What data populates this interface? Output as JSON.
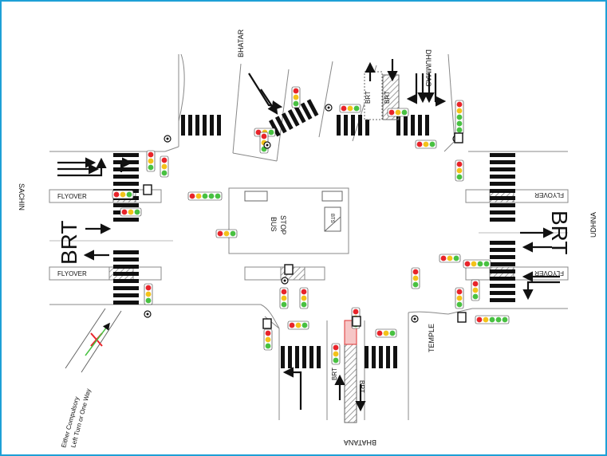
{
  "roads": {
    "north_left": "BHATAR",
    "north_right": "DHUMMAS",
    "west": "SACHIN",
    "east": "UDHNA",
    "south": "BHATANA"
  },
  "labels": {
    "brt": "BRT",
    "flyover": "FLYOVER",
    "bus_stop_line1": "BUS",
    "bus_stop_line2": "STOP",
    "temple": "TEMPLE",
    "brt_small": "BRT",
    "note_line1": "Either Compulsory",
    "note_line2": "Left Turn or One Way",
    "box_tag": "BTS"
  },
  "colors": {
    "frame": "#1ea0d6",
    "signal_red": "#e8242a",
    "signal_amber": "#f3c21a",
    "signal_green": "#48c141",
    "cross_red": "#e8242a",
    "hatch": "#999999"
  },
  "icons": [
    "traffic-signal-icon",
    "pedestrian-signal-icon",
    "lane-arrow-icon",
    "prohibited-cross-icon",
    "camera-icon"
  ]
}
